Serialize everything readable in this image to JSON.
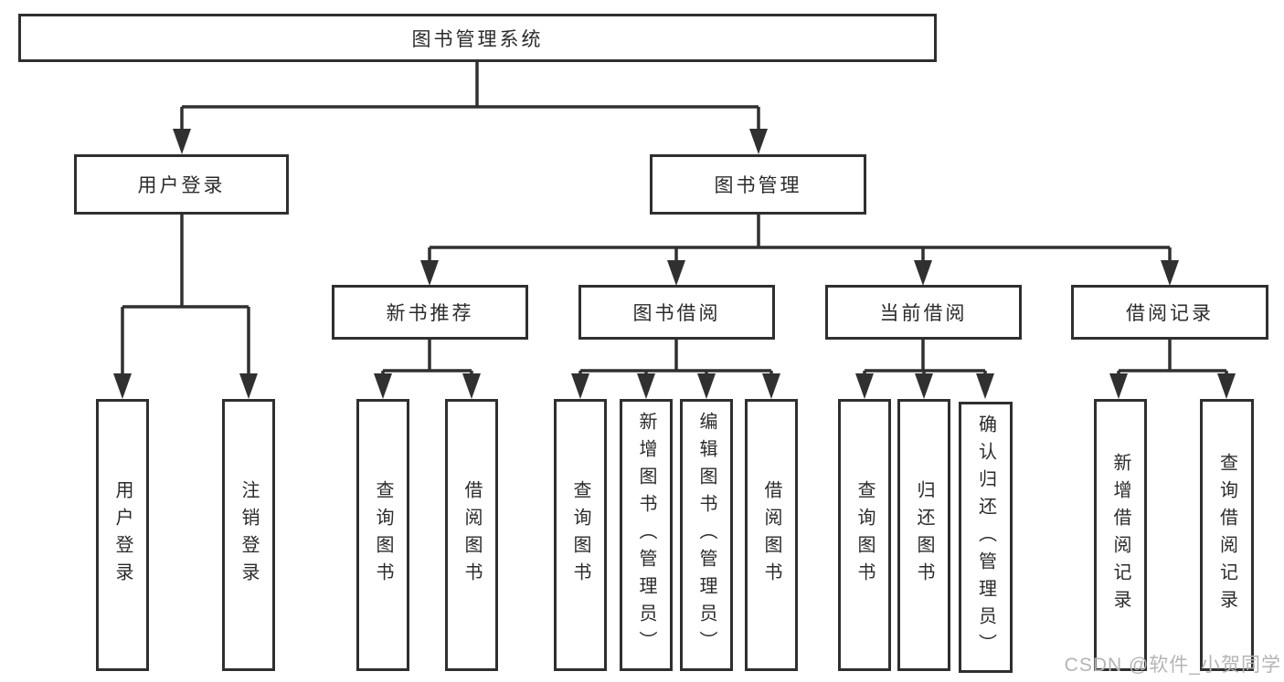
{
  "diagram": {
    "root": "图书管理系统",
    "level2": {
      "user_login": "用户登录",
      "book_management": "图书管理"
    },
    "level3": {
      "new_book": "新书推荐",
      "book_borrow": "图书借阅",
      "current_borrow": "当前借阅",
      "borrow_records": "借阅记录"
    },
    "leaves": {
      "user_login": [
        "用户登录",
        "注销登录"
      ],
      "new_book": [
        "查询图书",
        "借阅图书"
      ],
      "book_borrow": [
        "查询图书",
        "新增图书（管理员）",
        "编辑图书（管理员）",
        "借阅图书"
      ],
      "current_borrow": [
        "查询图书",
        "归还图书",
        "确认归还（管理员）"
      ],
      "borrow_records": [
        "新增借阅记录",
        "查询借阅记录"
      ]
    },
    "line_color": "#303030"
  },
  "watermark": "CSDN @软件_小贺同学"
}
